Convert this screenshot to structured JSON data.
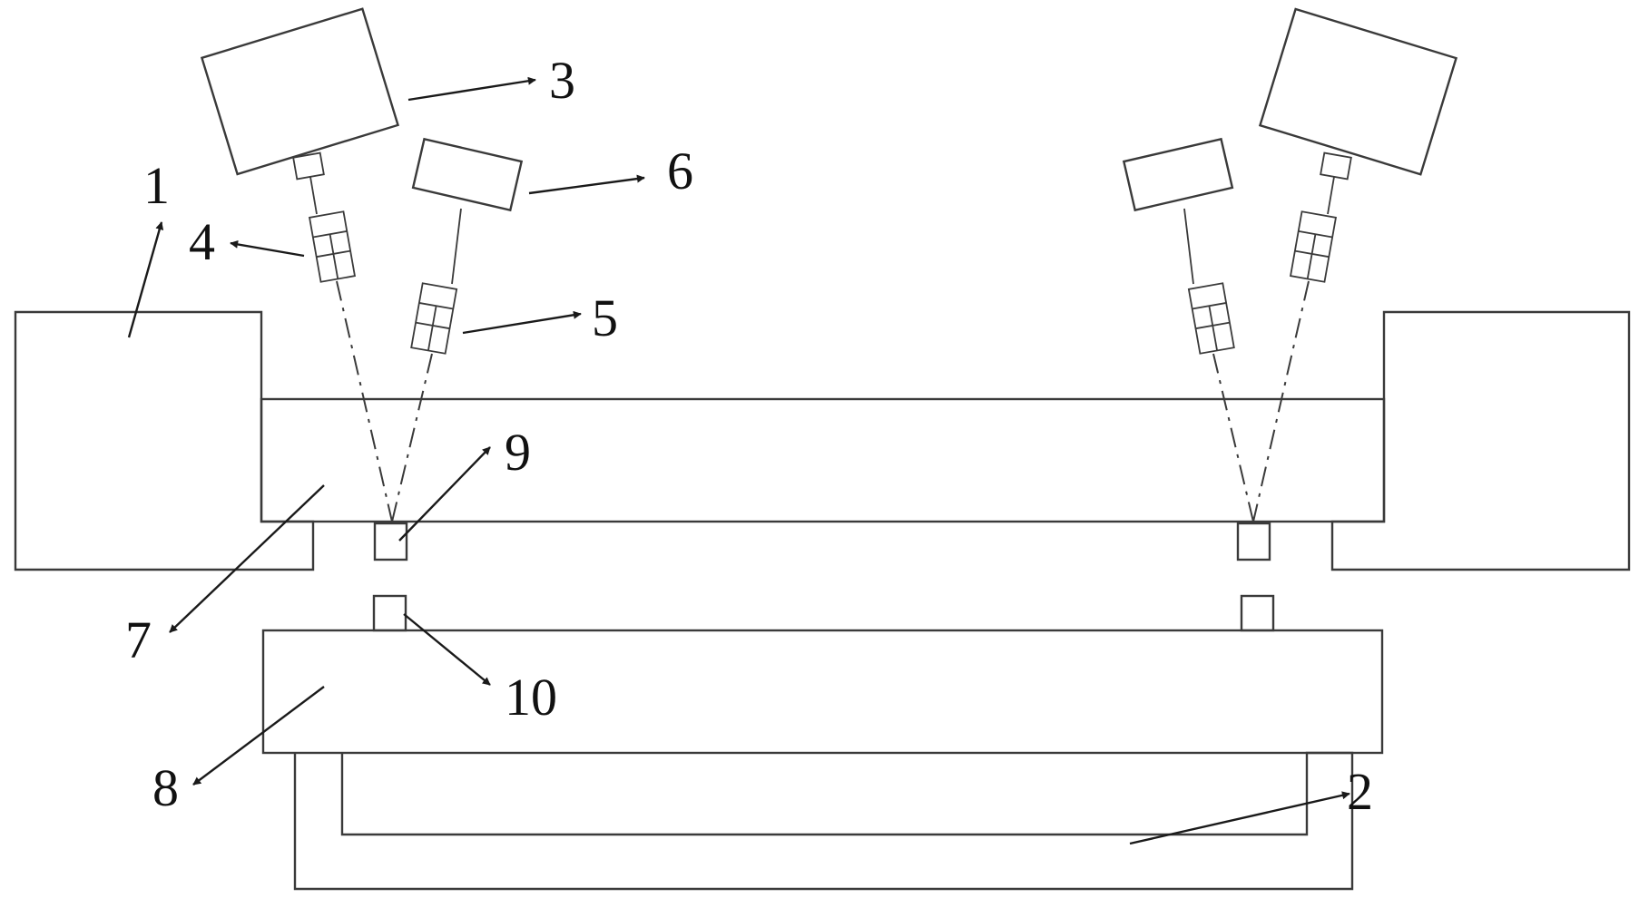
{
  "labels": {
    "l1": "1",
    "l2": "2",
    "l3": "3",
    "l4": "4",
    "l5": "5",
    "l6": "6",
    "l7": "7",
    "l8": "8",
    "l9": "9",
    "l10": "10"
  },
  "colors": {
    "stroke": "#3a3a3a",
    "label": "#111111",
    "background": "#ffffff"
  }
}
